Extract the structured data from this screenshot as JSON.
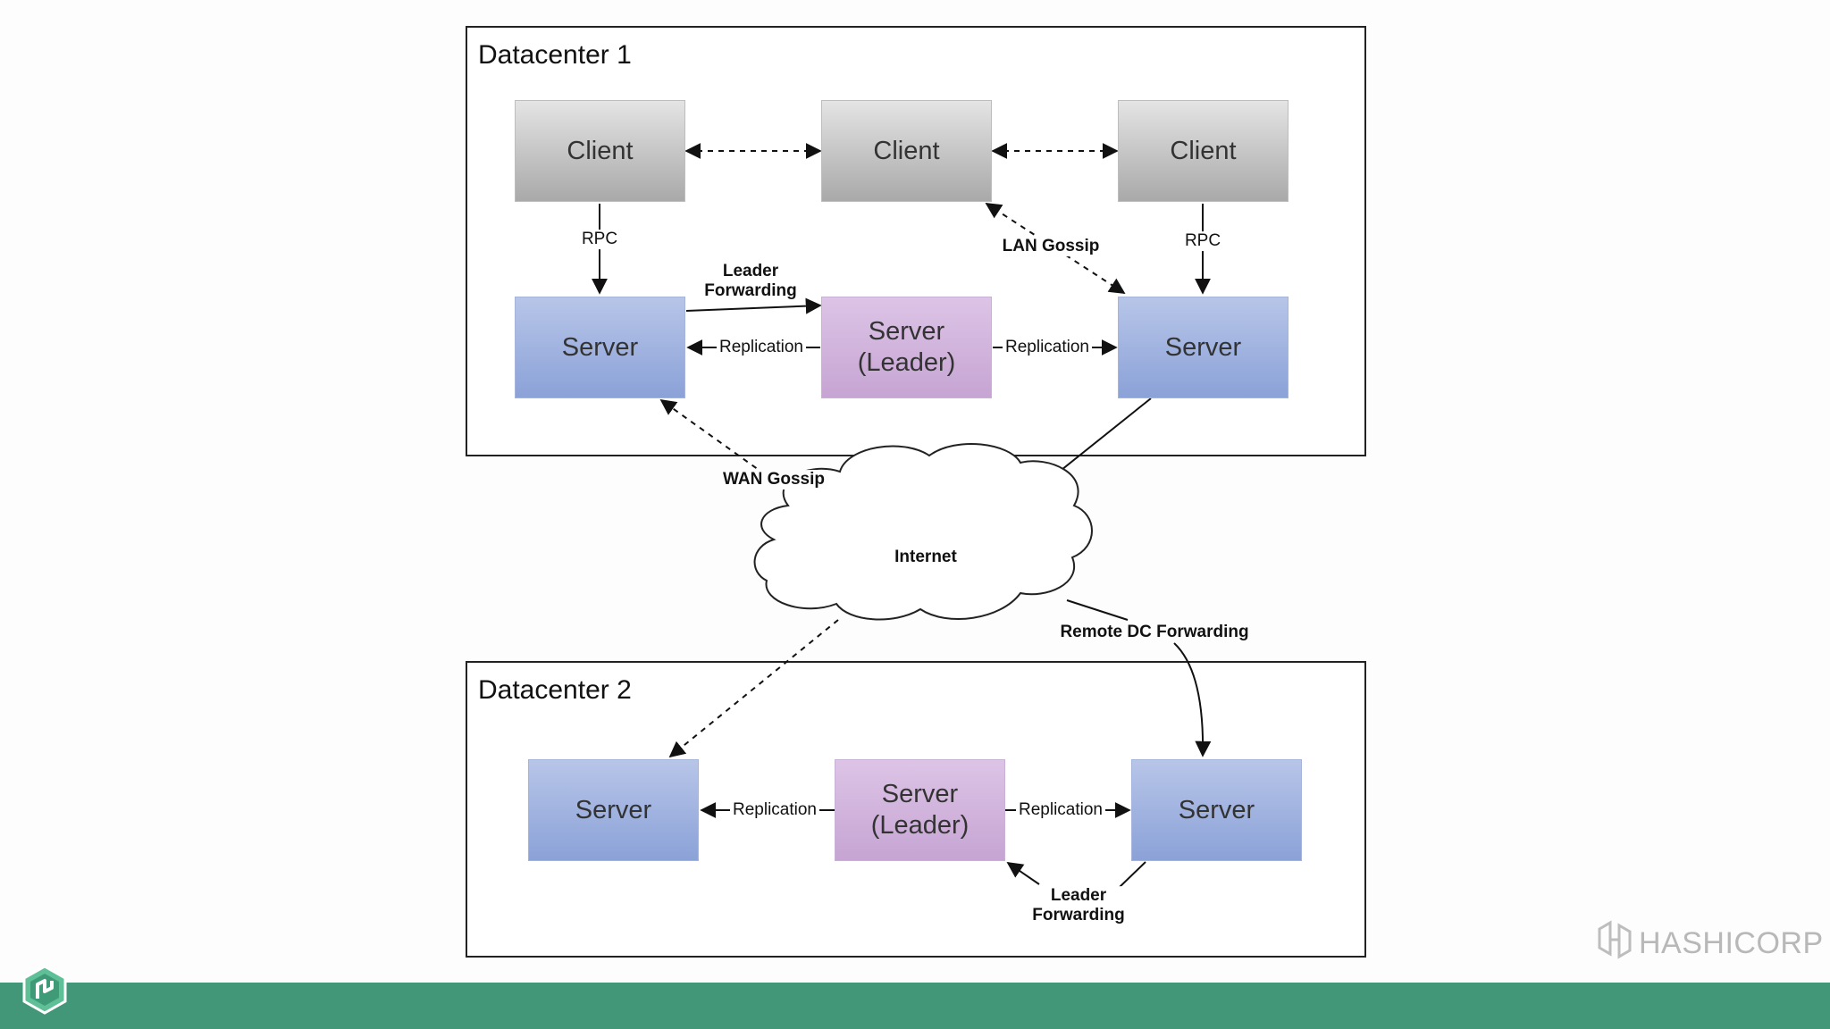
{
  "datacenter1": {
    "title": "Datacenter 1",
    "client_1": "Client",
    "client_2": "Client",
    "client_3": "Client",
    "server_left": "Server",
    "server_leader": "Server\n(Leader)",
    "server_right": "Server",
    "rpc_left": "RPC",
    "rpc_right": "RPC",
    "lan_gossip": "LAN Gossip",
    "leader_forwarding": "Leader\nForwarding",
    "replication_left": "Replication",
    "replication_right": "Replication"
  },
  "network": {
    "wan_gossip": "WAN Gossip",
    "internet": "Internet",
    "remote_dc_forwarding": "Remote DC Forwarding"
  },
  "datacenter2": {
    "title": "Datacenter 2",
    "server_left": "Server",
    "server_leader": "Server\n(Leader)",
    "server_right": "Server",
    "replication_left": "Replication",
    "replication_right": "Replication",
    "leader_forwarding": "Leader\nForwarding"
  },
  "branding": {
    "company": "HASHICORP",
    "footer_color": "#429779",
    "app_icon": "nomad-logo-icon",
    "company_icon": "hashicorp-logo-icon"
  }
}
